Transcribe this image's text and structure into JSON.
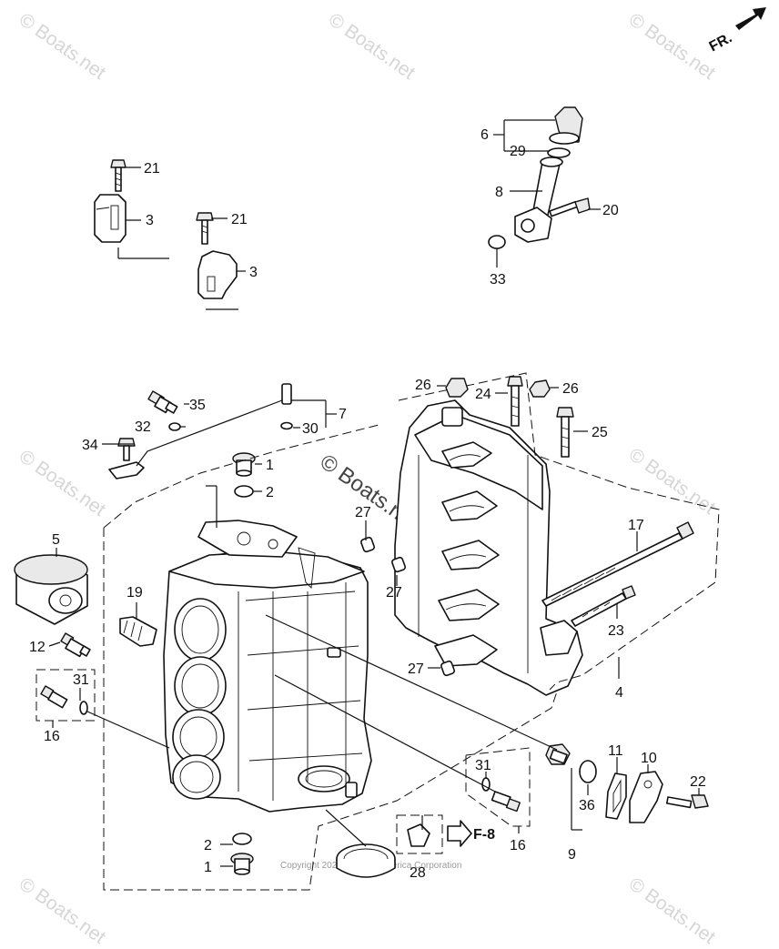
{
  "watermark": {
    "text": "© Boats.net",
    "center_text": "© Boats.net",
    "copyright": "Copyright 2021 Tohatsu America Corporation"
  },
  "direction_marker": {
    "text": "FR."
  },
  "reference_link": {
    "text": "F-8"
  },
  "callouts": {
    "c1_top": "1",
    "c2_top": "2",
    "c1_bot": "1",
    "c2_bot": "2",
    "c3a": "3",
    "c3b": "3",
    "c4": "4",
    "c5": "5",
    "c6": "6",
    "c7": "7",
    "c8": "8",
    "c9": "9",
    "c10": "10",
    "c11": "11",
    "c12": "12",
    "c16a": "16",
    "c16b": "16",
    "c17": "17",
    "c19": "19",
    "c20": "20",
    "c21a": "21",
    "c21b": "21",
    "c22": "22",
    "c23": "23",
    "c24": "24",
    "c25": "25",
    "c26a": "26",
    "c26b": "26",
    "c27a": "27",
    "c27b": "27",
    "c27c": "27",
    "c28": "28",
    "c29": "29",
    "c30": "30",
    "c31a": "31",
    "c31b": "31",
    "c32": "32",
    "c33": "33",
    "c34": "34",
    "c35": "35",
    "c36": "36"
  }
}
